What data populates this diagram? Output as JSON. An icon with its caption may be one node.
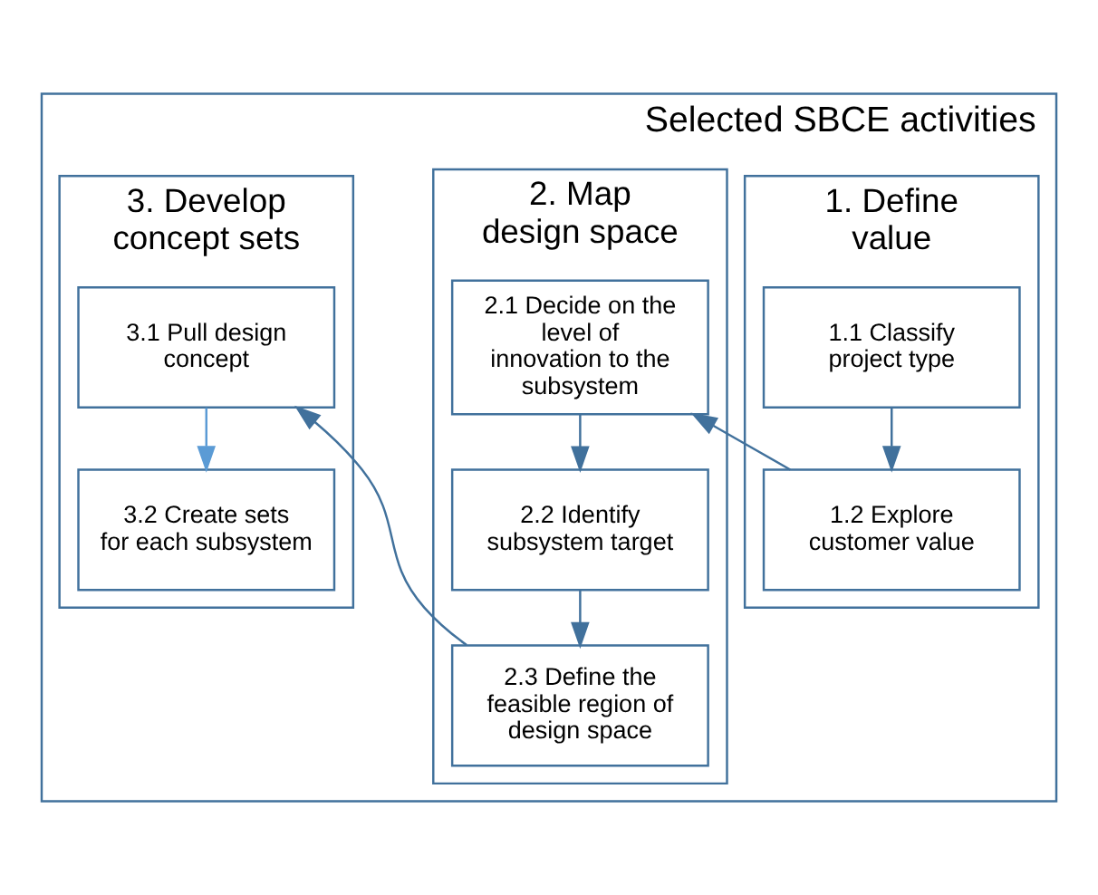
{
  "diagram": {
    "nodes": [
      {
        "text": [
          "Selected SBCE activities"
        ]
      },
      {
        "text": [
          "1. Define value"
        ],
        "in": 0
      },
      {
        "text": [
          "1.1 Classify project type"
        ],
        "in": 1
      },
      {
        "text": [
          "1.2 Explore customer value"
        ],
        "in": 1
      },
      {
        "text": [
          "2. Map design space"
        ],
        "in": 0
      },
      {
        "text": [
          "2.1 Decide on the level of innovation to the subsystem"
        ],
        "in": 4
      },
      {
        "text": [
          "2.2 Identify subsystem target"
        ],
        "in": 4
      },
      {
        "text": [
          "2.3 Define the feasible region of design space"
        ],
        "in": 4
      },
      {
        "text": [
          "3. Develop concept sets"
        ],
        "in": 0
      },
      {
        "text": [
          "3.1 Pull design concept"
        ],
        "in": 8
      },
      {
        "text": [
          "3.2 Create sets for each subsystem"
        ],
        "in": 8
      }
    ],
    "edges": [
      {
        "from": 2,
        "to": 3,
        "arrow": "to"
      },
      {
        "from": 3,
        "to": 5,
        "arrow": "to"
      },
      {
        "from": 5,
        "to": 6,
        "arrow": "to"
      },
      {
        "from": 6,
        "to": 7,
        "arrow": "to"
      },
      {
        "from": 7,
        "to": 9,
        "arrow": "to"
      },
      {
        "from": 9,
        "to": 10,
        "arrow": "to",
        "color": "#5b9bd5"
      }
    ]
  }
}
